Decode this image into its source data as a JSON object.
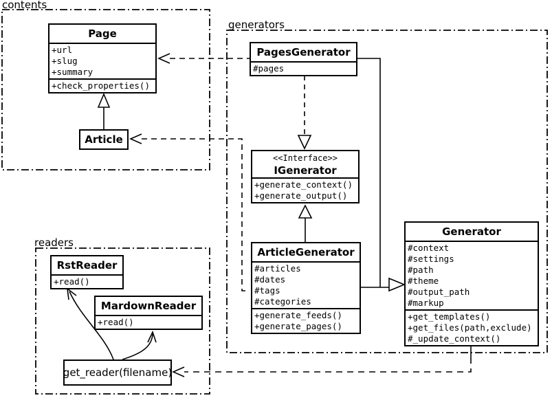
{
  "packages": {
    "contents": {
      "label": "contents"
    },
    "generators": {
      "label": "generators"
    },
    "readers": {
      "label": "readers"
    }
  },
  "classes": {
    "page": {
      "title": "Page",
      "attributes": [
        "+url",
        "+slug",
        "+summary"
      ],
      "methods": [
        "+check_properties()"
      ]
    },
    "article": {
      "title": "Article"
    },
    "pages_generator": {
      "title": "PagesGenerator",
      "attributes": [
        "#pages"
      ]
    },
    "igenerator": {
      "stereotype": "<<Interface>>",
      "title": "IGenerator",
      "methods": [
        "+generate_context()",
        "+generate_output()"
      ]
    },
    "article_generator": {
      "title": "ArticleGenerator",
      "attributes": [
        "#articles",
        "#dates",
        "#tags",
        "#categories"
      ],
      "methods": [
        "+generate_feeds()",
        "+generate_pages()"
      ]
    },
    "generator": {
      "title": "Generator",
      "attributes": [
        "#context",
        "#settings",
        "#path",
        "#theme",
        "#output_path",
        "#markup"
      ],
      "methods": [
        "+get_templates()",
        "+get_files(path,exclude)",
        "#_update_context()"
      ]
    },
    "rst_reader": {
      "title": "RstReader",
      "methods": [
        "+read()"
      ]
    },
    "mardown_reader": {
      "title": "MardownReader",
      "methods": [
        "+read()"
      ]
    },
    "get_reader": {
      "title": "get_reader(filename)"
    }
  },
  "relationships": [
    {
      "from": "Article",
      "to": "Page",
      "type": "inheritance"
    },
    {
      "from": "PagesGenerator",
      "to": "Page",
      "type": "dependency"
    },
    {
      "from": "ArticleGenerator",
      "to": "Article",
      "type": "dependency"
    },
    {
      "from": "PagesGenerator",
      "to": "IGenerator",
      "type": "realization"
    },
    {
      "from": "ArticleGenerator",
      "to": "IGenerator",
      "type": "realization"
    },
    {
      "from": "PagesGenerator",
      "to": "Generator",
      "type": "inheritance"
    },
    {
      "from": "ArticleGenerator",
      "to": "Generator",
      "type": "inheritance"
    },
    {
      "from": "Generator",
      "to": "get_reader(filename)",
      "type": "dependency"
    },
    {
      "from": "get_reader(filename)",
      "to": "RstReader",
      "type": "dependency"
    },
    {
      "from": "get_reader(filename)",
      "to": "MardownReader",
      "type": "dependency"
    }
  ],
  "colors": {
    "line": "#000000",
    "background": "#ffffff",
    "box_fill": "#ffffff"
  }
}
